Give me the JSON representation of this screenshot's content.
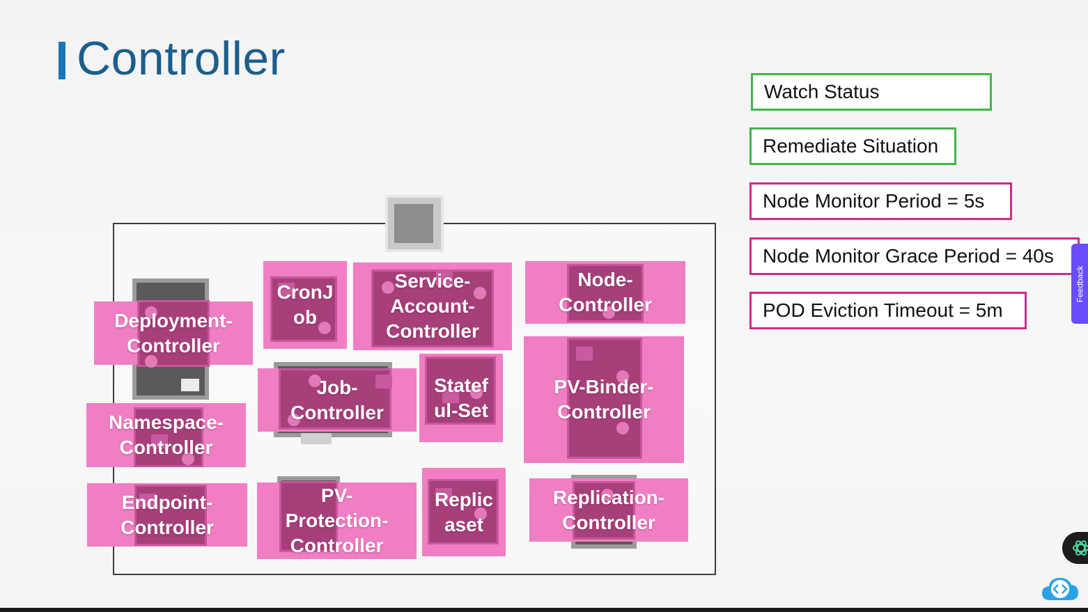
{
  "slide": {
    "title": "Controller"
  },
  "info_boxes": [
    {
      "text": "Watch Status",
      "color": "#43b548"
    },
    {
      "text": "Remediate Situation",
      "color": "#43b548"
    },
    {
      "text": "Node Monitor Period = 5s",
      "color": "#d0298a"
    },
    {
      "text": "Node Monitor Grace Period = 40s",
      "color": "#d0298a"
    },
    {
      "text": "POD Eviction Timeout = 5m",
      "color": "#d0298a"
    }
  ],
  "controllers": [
    {
      "label": "Deployment-\nController"
    },
    {
      "label": "CronJ\nob"
    },
    {
      "label": "Service-\nAccount-\nController"
    },
    {
      "label": "Node-\nController"
    },
    {
      "label": "Job-\nController"
    },
    {
      "label": "Statef\nul-Set"
    },
    {
      "label": "PV-Binder-\nController"
    },
    {
      "label": "Namespace-\nController"
    },
    {
      "label": "Endpoint-\nController"
    },
    {
      "label": "PV-\nProtection-\nController"
    },
    {
      "label": "Replic\naset"
    },
    {
      "label": "Replication-\nController"
    }
  ],
  "widgets": {
    "feedback_label": "Feedback"
  },
  "colors": {
    "title": "#1a5e8e",
    "accent": "#1b75bb",
    "controller_fill": "#f07ec3",
    "controller_icon": "#a73f7b"
  }
}
